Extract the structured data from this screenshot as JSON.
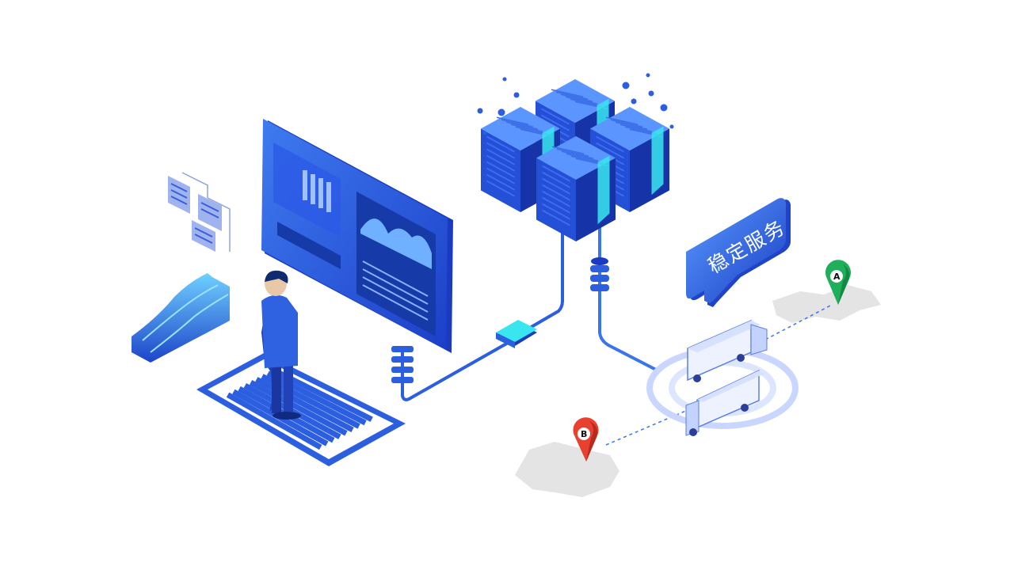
{
  "illustration": {
    "bubble_text": "稳定服务",
    "pin_a_label": "A",
    "pin_b_label": "B"
  },
  "colors": {
    "primary_blue": "#1f4fd6",
    "light_blue": "#4d8ef5",
    "cyan": "#39e6f0",
    "pin_a": "#1fae5a",
    "pin_b": "#e8412f",
    "map_gray": "#e4e4e4"
  }
}
